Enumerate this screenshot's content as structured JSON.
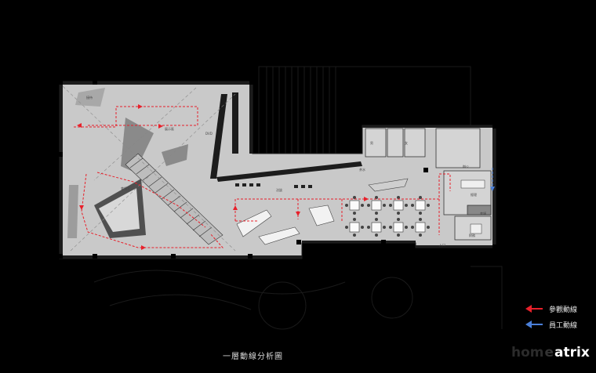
{
  "legend": {
    "visit_label": "參觀動線",
    "staff_label": "員工動線",
    "visit_color": "#e8202a",
    "staff_color": "#4a7fd8"
  },
  "caption": "一層動線分析圖",
  "brand": {
    "dim_part": "hom",
    "separator": "e",
    "bright_part": "atrix"
  },
  "colors": {
    "background": "#000000",
    "floor": "#c9c9c9",
    "wall": "#111111"
  },
  "room_labels": [
    "接待",
    "展示區",
    "DVD",
    "洽談",
    "會議室",
    "男",
    "女",
    "茶水",
    "辦公",
    "經理",
    "會議",
    "財務",
    "入口"
  ]
}
